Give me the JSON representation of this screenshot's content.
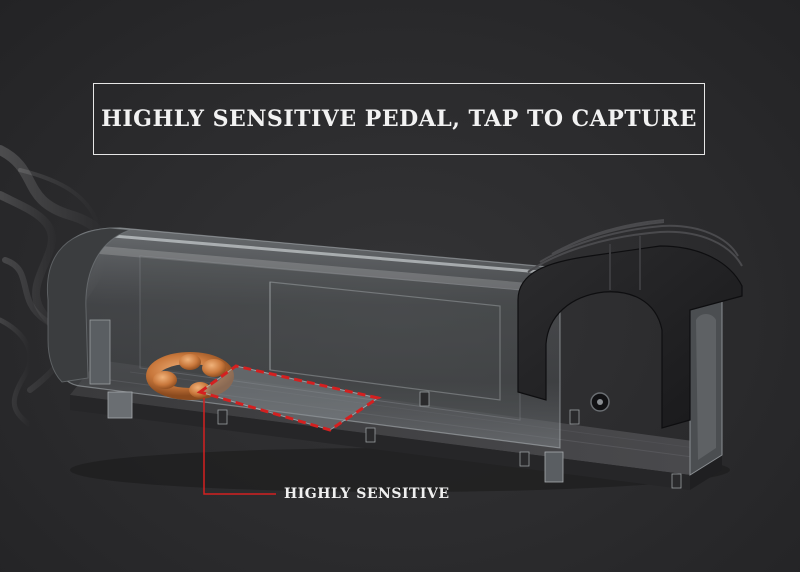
{
  "headline": "HIGHLY SENSITIVE PEDAL, TAP TO CAPTURE",
  "callout": "HIGHLY SENSITIVE",
  "colors": {
    "background": "#2a2a2c",
    "text": "#f2f2f2",
    "callout_line": "#d42020",
    "trap_body": "#3a3a3c"
  },
  "icons": {
    "product": "mouse-trap-image",
    "bait": "sausage-bait-image",
    "smoke": "smoke-wisp-image"
  }
}
